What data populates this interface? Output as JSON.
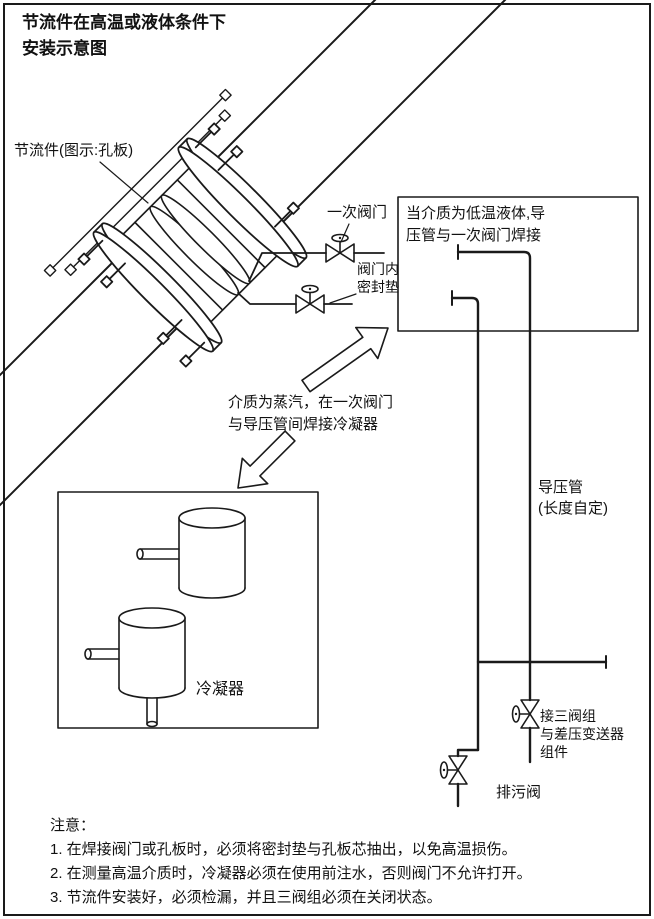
{
  "title": {
    "line1": "节流件在高温或液体条件下",
    "line2": "安装示意图"
  },
  "labels": {
    "throttle_element": "节流件(图示:孔板)",
    "primary_valve": "一次阀门",
    "valve_gasket": {
      "line1": "阀门内",
      "line2": "密封垫"
    },
    "low_temp_box": {
      "line1": "当介质为低温液体,导",
      "line2": "压管与一次阀门焊接"
    },
    "steam_note": {
      "line1": "介质为蒸汽，在一次阀门",
      "line2": "与导压管间焊接冷凝器"
    },
    "impulse_pipe": {
      "line1": "导压管",
      "line2": "(长度自定)"
    },
    "condenser": "冷凝器",
    "manifold": {
      "line1": "接三阀组",
      "line2": "与差压变送器",
      "line3": "组件"
    },
    "drain_valve": "排污阀"
  },
  "notes": {
    "heading": "注意：",
    "items": [
      "1. 在焊接阀门或孔板时，必须将密封垫与孔板芯抽出，以免高温损伤。",
      "2. 在测量高温介质时，冷凝器必须在使用前注水，否则阀门不允许打开。",
      "3. 节流件安装好，必须检漏，并且三阀组必须在关闭状态。"
    ]
  },
  "colors": {
    "ink": "#1a1a1a",
    "background": "#ffffff"
  }
}
